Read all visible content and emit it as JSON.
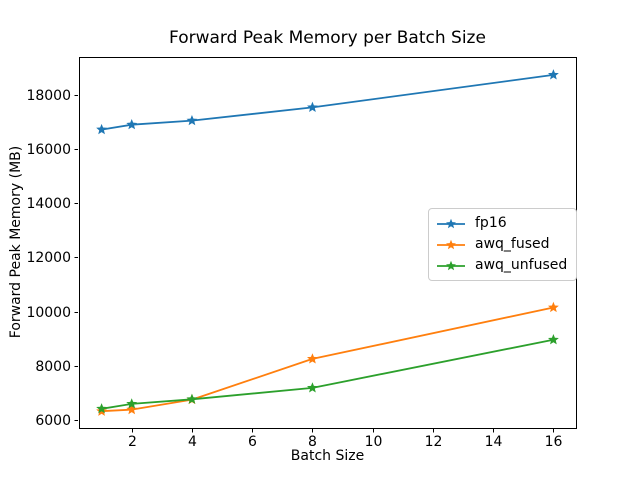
{
  "chart_data": {
    "type": "line",
    "title": "Forward Peak Memory per Batch Size",
    "xlabel": "Batch Size",
    "ylabel": "Forward Peak Memory (MB)",
    "x": [
      1,
      2,
      4,
      8,
      16
    ],
    "series": [
      {
        "name": "fp16",
        "color": "#1f77b4",
        "values": [
          16720,
          16900,
          17050,
          17540,
          18740
        ]
      },
      {
        "name": "awq_fused",
        "color": "#ff7f0e",
        "values": [
          6320,
          6380,
          6750,
          8250,
          10150
        ]
      },
      {
        "name": "awq_unfused",
        "color": "#2ca02c",
        "values": [
          6410,
          6590,
          6760,
          7180,
          8960
        ]
      }
    ],
    "x_ticks": [
      2,
      4,
      6,
      8,
      10,
      12,
      14,
      16
    ],
    "y_ticks": [
      6000,
      8000,
      10000,
      12000,
      14000,
      16000,
      18000
    ],
    "xlim": [
      0.25,
      16.75
    ],
    "ylim": [
      5700,
      19400
    ],
    "marker": "star",
    "grid": false,
    "legend_position": "center-right",
    "spine_color": "#000000",
    "background_color": "#ffffff"
  }
}
